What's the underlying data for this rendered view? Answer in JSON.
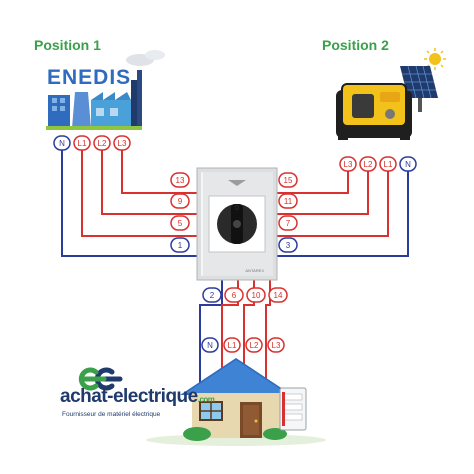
{
  "titles": {
    "position_1": "Position 1",
    "position_2": "Position 2"
  },
  "logo": {
    "enedis": "ENEDIS",
    "brand": "achat-electrique",
    "brand_tld": ".com",
    "tagline": "Fournisseur de matériel électrique"
  },
  "switch": {
    "maker": "ANTAREX"
  },
  "labels": {
    "left_supply": [
      "N",
      "L1",
      "L2",
      "L3"
    ],
    "right_supply": [
      "L3",
      "L2",
      "L1",
      "N"
    ],
    "house_supply": [
      "N",
      "L1",
      "L2",
      "L3"
    ]
  },
  "terminals": {
    "left": [
      "13",
      "9",
      "5",
      "1"
    ],
    "right": [
      "15",
      "11",
      "7",
      "3"
    ],
    "bottom": [
      "2",
      "6",
      "10",
      "14"
    ]
  },
  "colors": {
    "neutral": "#2c3c9c",
    "phase": "#d8312f",
    "title_green": "#3aa04a",
    "switch_body": "#e6e7e8"
  }
}
